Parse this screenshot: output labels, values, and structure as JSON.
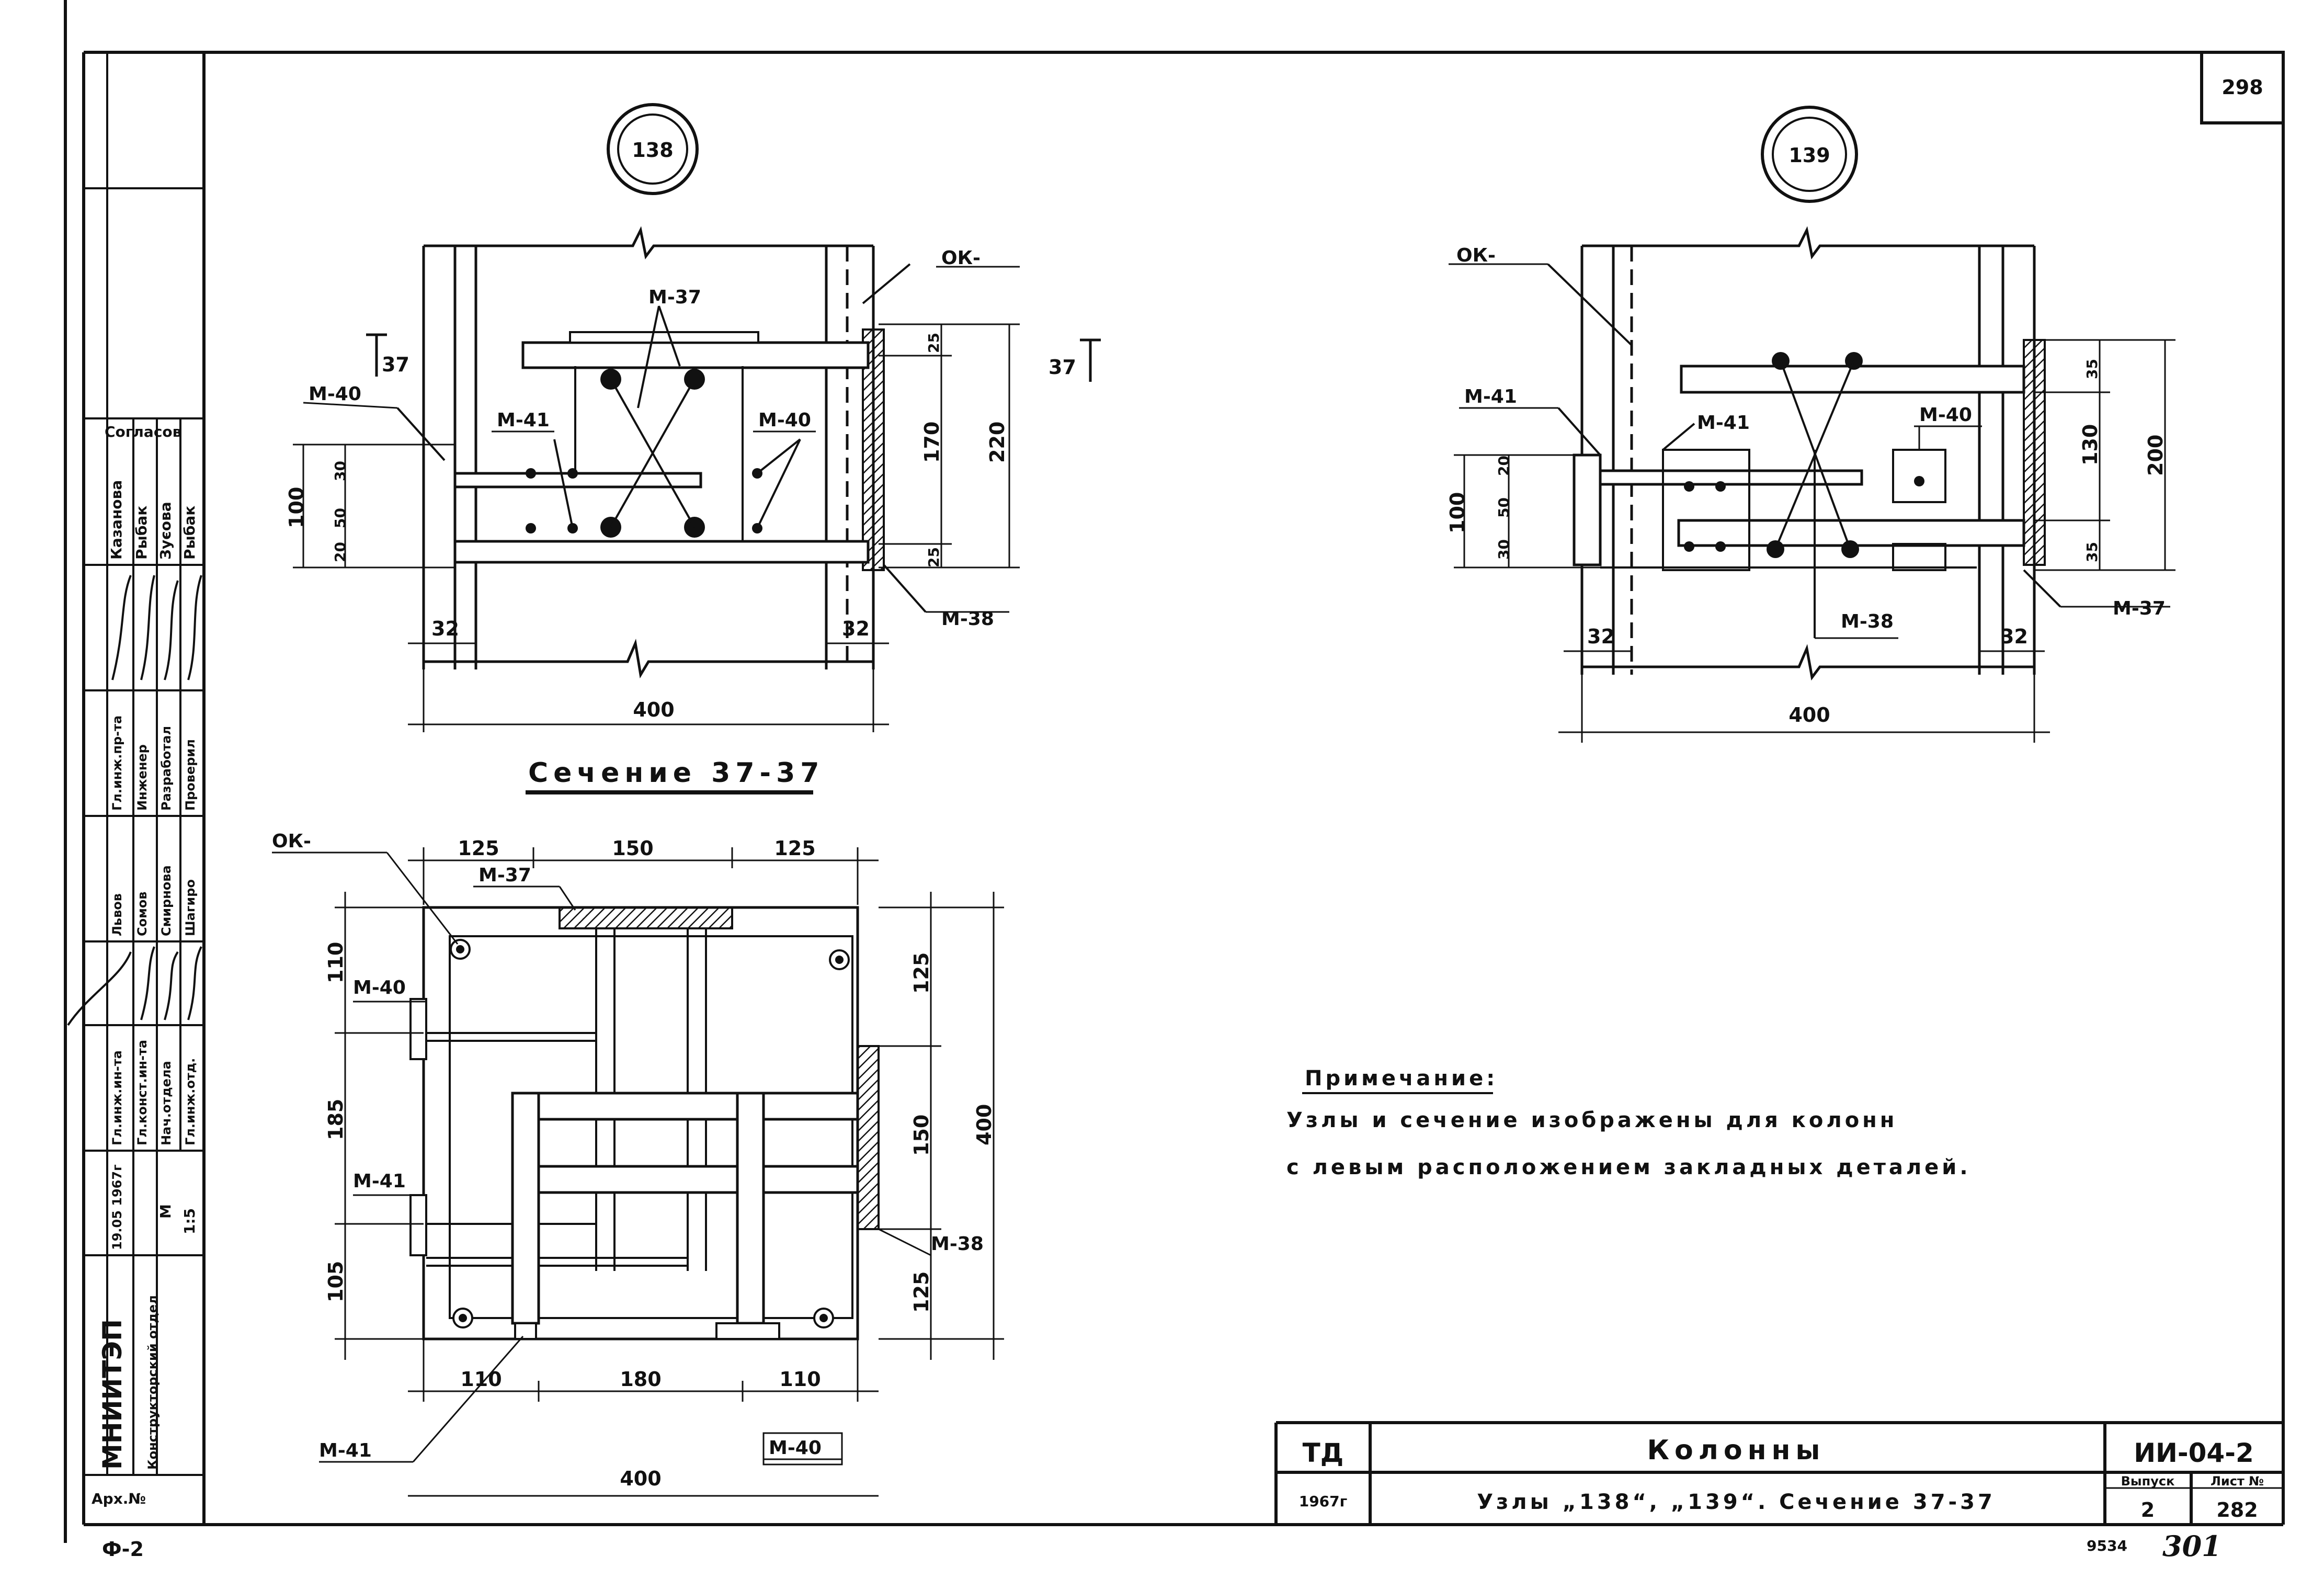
{
  "sheet": {
    "page_number": "298",
    "format": "Ф-2",
    "handwritten_number": "9534",
    "handwritten_sheet": "301"
  },
  "left_stamp": {
    "agreed": "Согласов",
    "names_col1": [
      "Казанова",
      "Рыбак",
      "Зуєова",
      "Рыбак"
    ],
    "roles": [
      "Гл.инж.пр-та",
      "Инженер",
      "Разработал",
      "Проверил"
    ],
    "names_col2": [
      "Львов",
      "Сомов",
      "Смирнова",
      "Шагиро"
    ],
    "roles2": [
      "Гл.инж.ин-та",
      "Гл.конст.ин-та",
      "Нач.отдела",
      "Гл.инж.отд."
    ],
    "date": "19.05\n1967г",
    "scale_label": "М",
    "scale": "1:5",
    "org": "МНИИТЭП",
    "dept": "Конструкторский отдел",
    "archive": "Арх.№"
  },
  "node_138": {
    "label": "138",
    "ok": "ОК-",
    "m37": "М-37",
    "m40_left": "М-40",
    "m41": "М-41",
    "m40_right": "М-40",
    "m38": "М-38",
    "cut": "37",
    "dims": {
      "d100": "100",
      "d30": "30",
      "d50": "50",
      "d20": "20",
      "d32a": "32",
      "d32b": "32",
      "d400": "400",
      "d170": "170",
      "d220": "220",
      "d25a": "25",
      "d25b": "25"
    }
  },
  "node_139": {
    "label": "139",
    "ok": "ОК-",
    "m41": "М-41",
    "m40": "М-40",
    "m38": "М-38",
    "m37": "М-37",
    "dims": {
      "d100": "100",
      "d30": "30",
      "d50": "50",
      "d20": "20",
      "d32a": "32",
      "d32b": "32",
      "d400": "400",
      "d35a": "35",
      "d35b": "35",
      "d130": "130",
      "d200": "200"
    }
  },
  "section": {
    "title": "Сечение 37-37",
    "ok": "ОК-",
    "m37": "М-37",
    "m40_left": "М-40",
    "m41_left": "М-41",
    "m38": "М-38",
    "m41_bottom": "М-41",
    "m40_bottom": "М-40",
    "top_dims": [
      "125",
      "150",
      "125"
    ],
    "bottom_dims": [
      "110",
      "180",
      "110"
    ],
    "left_dims": [
      "110",
      "185",
      "105"
    ],
    "right_dims": [
      "125",
      "150",
      "125"
    ],
    "d400_right": "400",
    "d400_bottom": "400"
  },
  "note": {
    "title": "Примечание:",
    "line1": "Узлы и сечение изображены для колонн",
    "line2": "с левым расположением закладных деталей."
  },
  "title_block": {
    "logo": "ТД",
    "year": "1967г",
    "name": "Колонны",
    "subtitle": "Узлы „138“, „139“. Сечение 37-37",
    "code": "ИИ-04-2",
    "issue_label": "Выпуск",
    "issue": "2",
    "sheet_label": "Лист №",
    "sheet": "282"
  }
}
